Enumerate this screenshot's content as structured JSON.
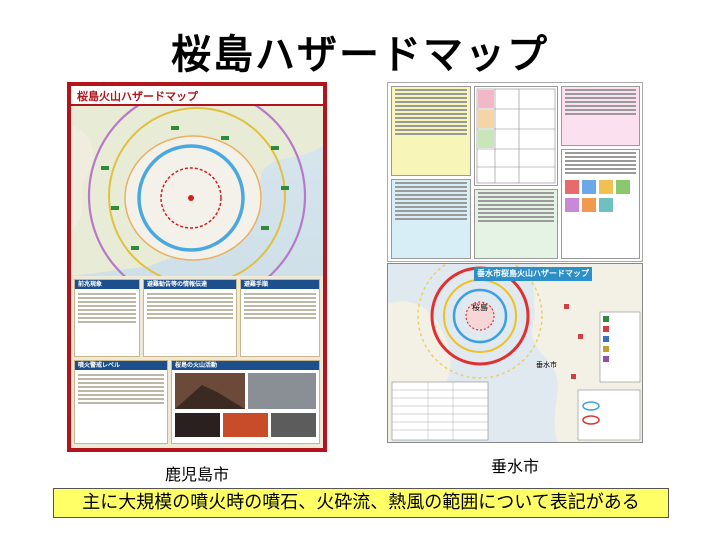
{
  "slide": {
    "title": "桜島ハザードマップ",
    "note": "主に大規模の噴火時の噴石、火砕流、熱風の範囲について表記がある"
  },
  "left_map": {
    "header_title": "桜島火山ハザードマップ",
    "caption": "鹿児島市",
    "panel_titles": [
      "前兆現象",
      "避難勧告等の情報伝達",
      "避難手順",
      "噴火警戒レベル",
      "桜島の火山活動"
    ]
  },
  "right_map": {
    "banner": "垂水市桜島火山ハザードマップ",
    "caption": "垂水市",
    "map_labels": [
      "桜島",
      "垂水市"
    ]
  },
  "colors": {
    "frame_red": "#b3141c",
    "note_yellow": "#ffff66",
    "banner_blue": "#2d8fc8"
  }
}
